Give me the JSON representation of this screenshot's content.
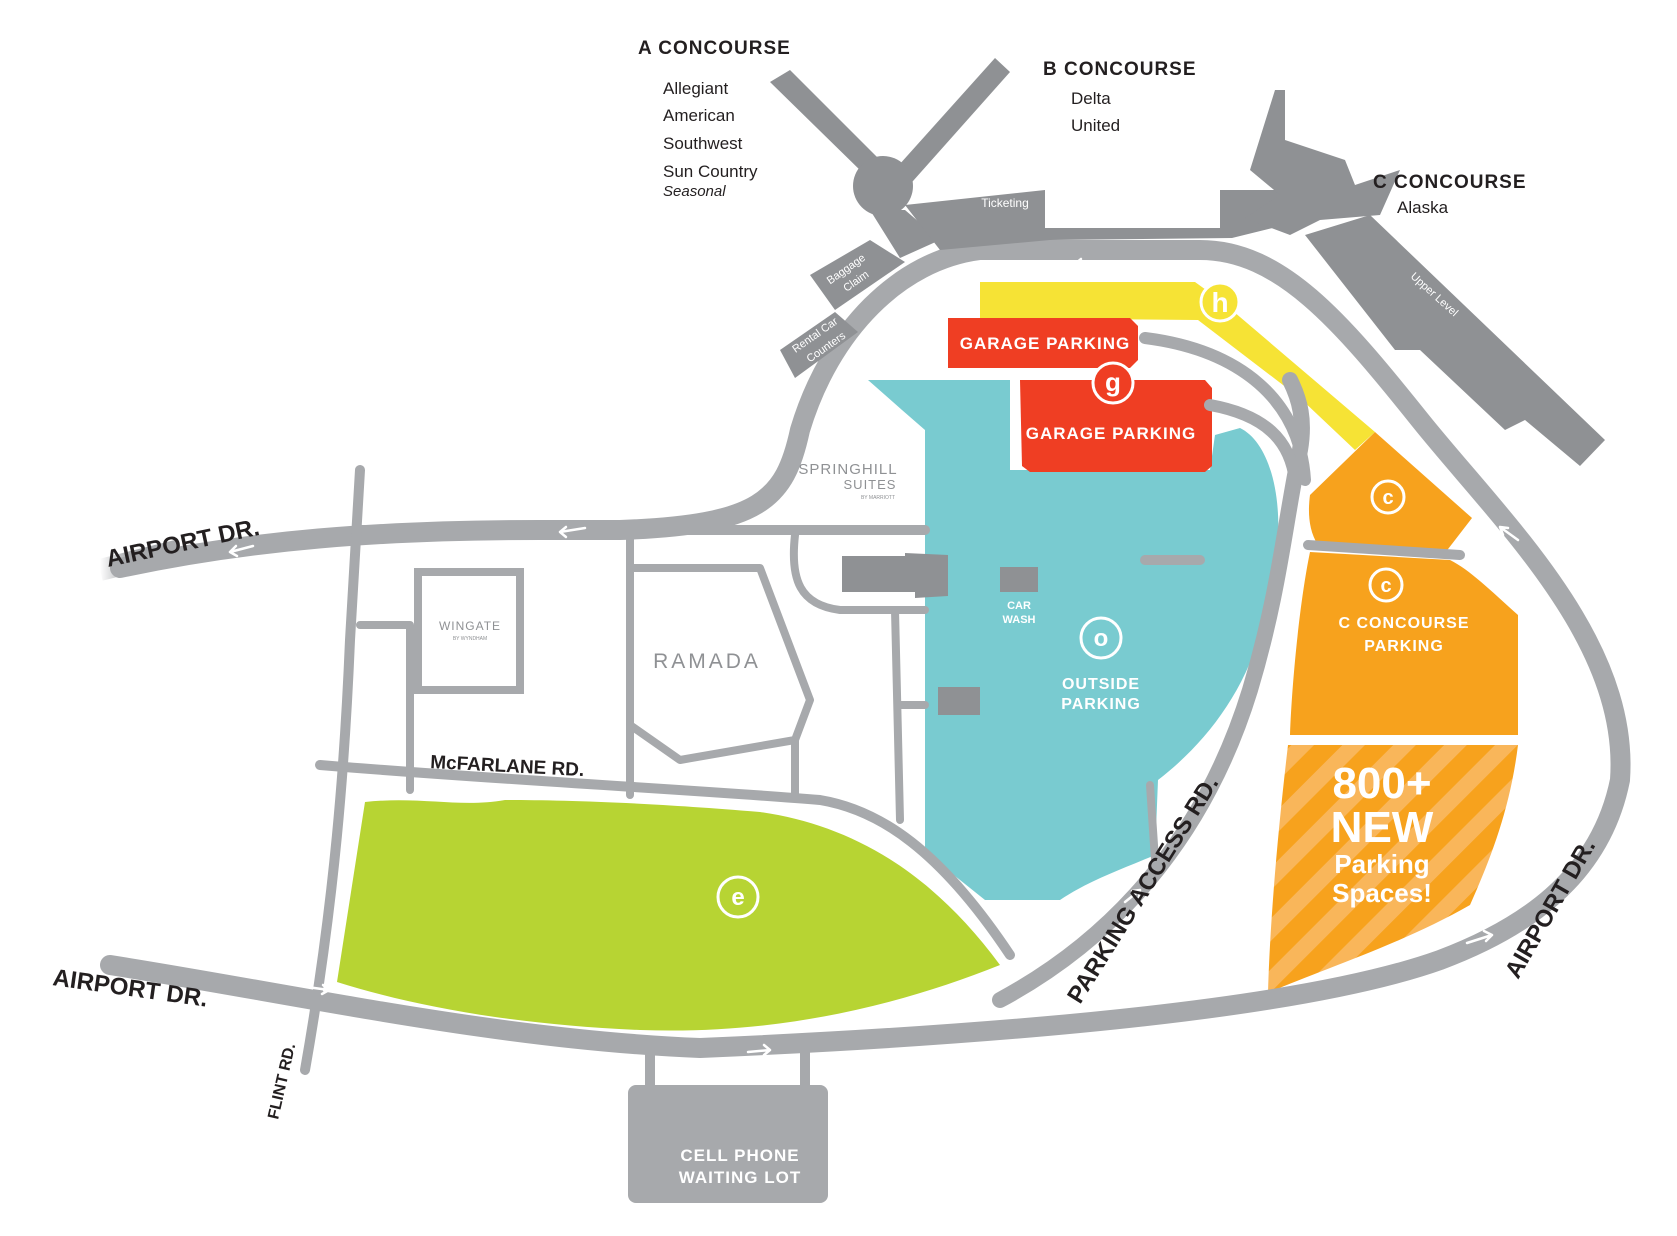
{
  "concourses": {
    "a": {
      "title": "A CONCOURSE",
      "airlines": [
        "Allegiant",
        "American",
        "Southwest",
        "Sun Country"
      ],
      "note": "Seasonal"
    },
    "b": {
      "title": "B CONCOURSE",
      "airlines": [
        "Delta",
        "United"
      ]
    },
    "c": {
      "title": "C CONCOURSE",
      "airlines": [
        "Alaska"
      ]
    }
  },
  "terminal_labels": {
    "ticketing": "Ticketing",
    "baggage_claim_1": "Baggage",
    "baggage_claim_2": "Claim",
    "rental_car_1": "Rental Car",
    "rental_car_2": "Counters",
    "c_ticketing": "Ticketing",
    "upper_level": "Upper Level"
  },
  "roads": {
    "airport_dr_nw": "AIRPORT DR.",
    "airport_dr_sw": "AIRPORT DR.",
    "airport_dr_e": "AIRPORT DR.",
    "mcfarlane": "McFARLANE RD.",
    "flint": "FLINT RD.",
    "parking_access": "PARKING ACCESS RD."
  },
  "lots": {
    "garage_1": "GARAGE PARKING",
    "garage_2": "GARAGE PARKING",
    "garage_marker": "g",
    "hourly_marker": "h",
    "outside_marker": "o",
    "outside_1": "OUTSIDE",
    "outside_2": "PARKING",
    "economy_marker": "e",
    "c_marker": "c",
    "c_concourse_1": "C CONCOURSE",
    "c_concourse_2": "PARKING",
    "new_1": "800+",
    "new_2": "NEW",
    "new_3": "Parking",
    "new_4": "Spaces!",
    "car_wash_1": "CAR",
    "car_wash_2": "WASH"
  },
  "hotels": {
    "springhill_1": "SPRINGHILL",
    "springhill_2": "SUITES",
    "springhill_3": "BY MARRIOTT",
    "wingate_1": "WINGATE",
    "wingate_2": "BY WYNDHAM",
    "ramada": "RAMADA"
  },
  "cell_phone": {
    "line1": "CELL PHONE",
    "line2": "WAITING LOT"
  },
  "colors": {
    "road": "#a7a9ac",
    "building": "#8f9194",
    "hourly": "#f6e335",
    "garage": "#ef3e23",
    "outside": "#79cbd0",
    "economy": "#b7d433",
    "c_parking": "#f7a21d",
    "new_parking": "#f7a21d"
  }
}
